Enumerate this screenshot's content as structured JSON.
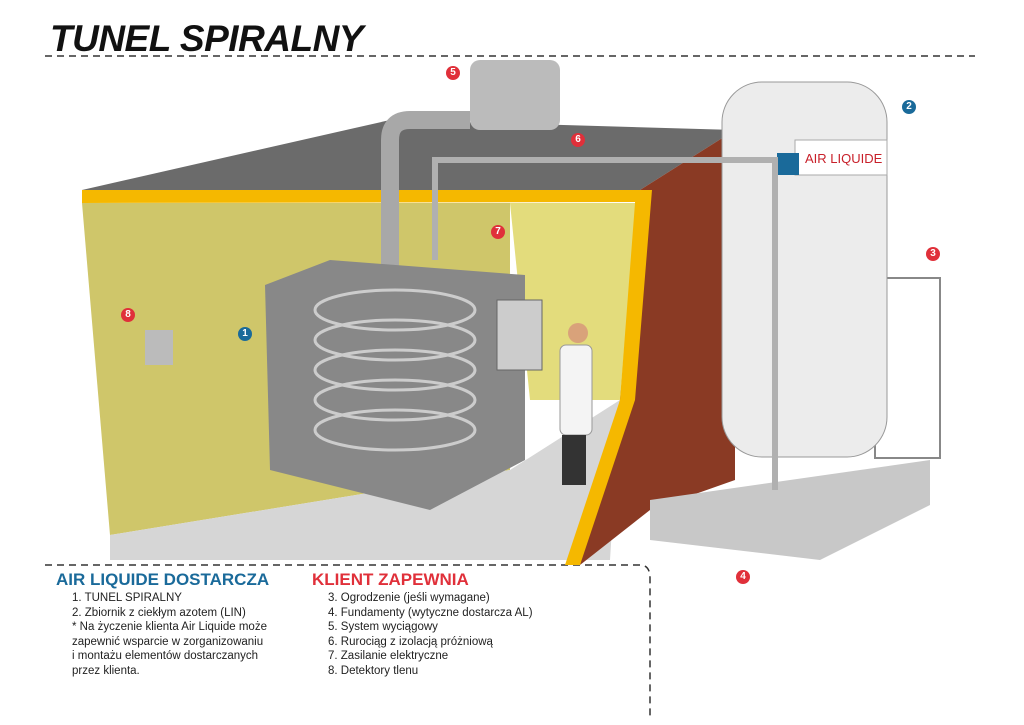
{
  "title": "TUNEL SPIRALNY",
  "tank_label": "AIR LIQUIDE",
  "markers": [
    "1",
    "2",
    "3",
    "4",
    "5",
    "6",
    "7",
    "8"
  ],
  "colors": {
    "supplier": "#1a6a9a",
    "client": "#e0303a",
    "wall_yellow": "#f5b800"
  },
  "supplier": {
    "heading": "AIR LIQUIDE DOSTARCZA",
    "items": [
      "1. TUNEL SPIRALNY",
      "2. Zbiornik z ciekłym azotem (LIN)",
      "* Na życzenie klienta Air Liquide może",
      "zapewnić wsparcie w zorganizowaniu",
      "i montażu elementów dostarczanych",
      "przez klienta."
    ]
  },
  "client": {
    "heading": "KLIENT ZAPEWNIA",
    "items": [
      "3. Ogrodzenie (jeśli wymagane)",
      "4. Fundamenty (wytyczne dostarcza AL)",
      "5. System wyciągowy",
      "6. Rurociąg z izolacją próżniową",
      "7. Zasilanie elektryczne",
      "8. Detektory tlenu"
    ]
  }
}
